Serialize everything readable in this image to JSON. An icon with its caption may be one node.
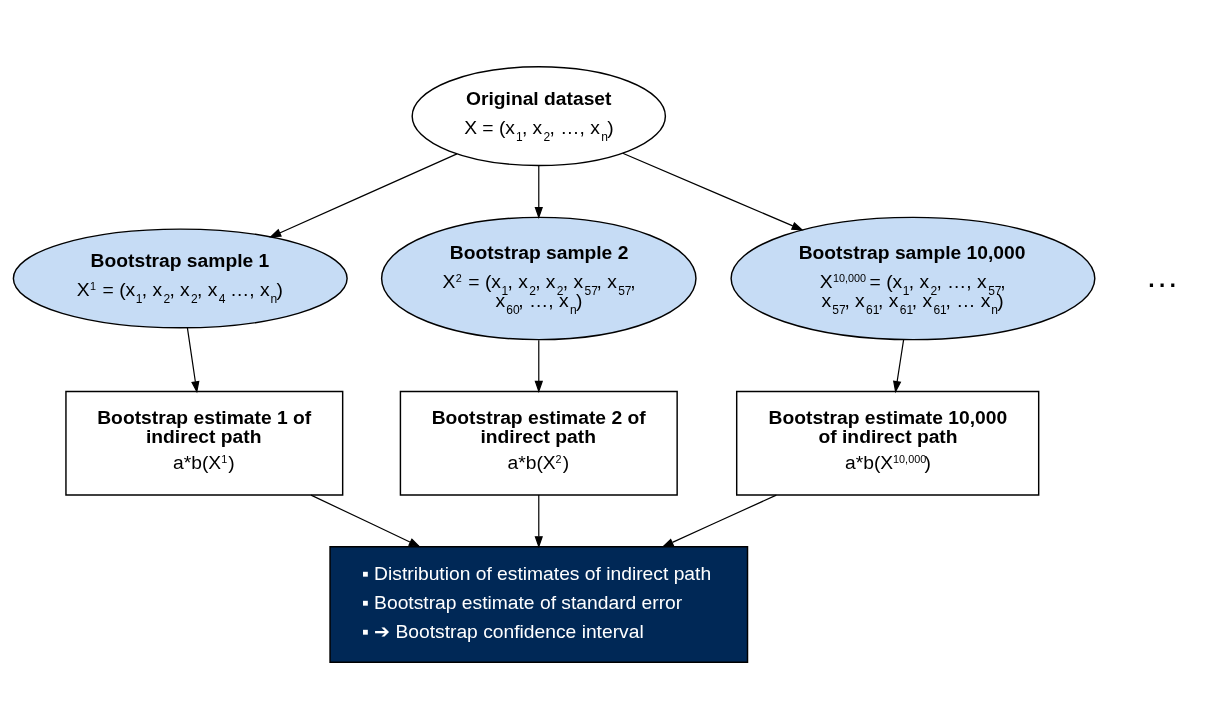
{
  "diagram": {
    "nodes": [
      {
        "text": [
          "Original dataset",
          "X = (x$_{1}$, x$_{2}$, …, x$_{n}$)"
        ]
      },
      {
        "text": [
          "Bootstrap sample 1",
          "X$^{1}$ = (x$_{1}$, x$_{2}$, x$_{2}$, x$_{4}$ …, x$_{n}$)"
        ]
      },
      {
        "text": [
          "Bootstrap sample 2",
          "X$^{2}$ = (x$_{1}$, x$_{2}$, x$_{2}$, x$_{57}$, x$_{57}$, x$_{60}$, …, x$_{n}$)"
        ]
      },
      {
        "text": [
          "Bootstrap sample 10,000",
          "X$^{10,000}$ = (x$_{1}$, x$_{2}$, …, x$_{57}$, x$_{57}$, x$_{61}$, x$_{61}$, x$_{61}$, … x$_{n}$)"
        ]
      },
      {
        "text": [
          "Bootstrap estimate 1 of indirect path",
          "a*b(X$^{1}$)"
        ]
      },
      {
        "text": [
          "Bootstrap estimate 2 of indirect path",
          "a*b(X$^{2}$)"
        ]
      },
      {
        "text": [
          "Bootstrap estimate 10,000 of indirect path",
          "a*b(X$^{10,000}$)"
        ]
      },
      {
        "text": [
          "▪ Distribution of estimates of indirect path",
          "▪ Bootstrap estimate of standard error",
          "▪ ➔ Bootstrap confidence interval"
        ]
      }
    ],
    "edges": [
      {
        "from": 0,
        "to": 1,
        "arrow": "to"
      },
      {
        "from": 0,
        "to": 2,
        "arrow": "to"
      },
      {
        "from": 0,
        "to": 3,
        "arrow": "to"
      },
      {
        "from": 1,
        "to": 4,
        "arrow": "to"
      },
      {
        "from": 2,
        "to": 5,
        "arrow": "to"
      },
      {
        "from": 3,
        "to": 6,
        "arrow": "to"
      },
      {
        "from": 4,
        "to": 7,
        "arrow": "to"
      },
      {
        "from": 5,
        "to": 7,
        "arrow": "to"
      },
      {
        "from": 6,
        "to": 7,
        "arrow": "to"
      }
    ],
    "labels": [
      "…"
    ]
  }
}
